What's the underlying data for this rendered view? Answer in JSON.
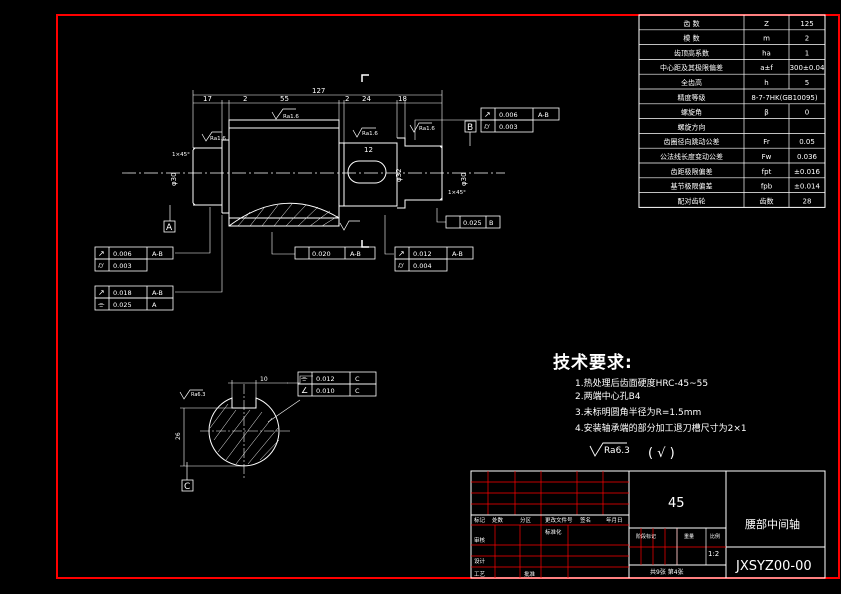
{
  "frame": {
    "border_color": "#ff0000",
    "line_color": "#ffffff",
    "dim_color": "#ffffff",
    "accent_green": "#00ff00",
    "accent_red": "#ff0000"
  },
  "param_table": [
    {
      "name": "齿 数",
      "sym": "Z",
      "val": "125"
    },
    {
      "name": "模 数",
      "sym": "m",
      "val": "2"
    },
    {
      "name": "齿顶高系数",
      "sym": "ha",
      "val": "1"
    },
    {
      "name": "中心距及其极限偏差",
      "sym": "a±f",
      "val": "300±0.04"
    },
    {
      "name": "全齿高",
      "sym": "h",
      "val": "5"
    },
    {
      "name": "精度等级",
      "sym": "8-7-7HK(GB10095)",
      "val": ""
    },
    {
      "name": "螺旋角",
      "sym": "β",
      "val": "0"
    },
    {
      "name": "螺旋方向",
      "sym": "",
      "val": ""
    },
    {
      "name": "齿圈径向跳动公差",
      "sym": "Fr",
      "val": "0.05"
    },
    {
      "name": "公法线长度变动公差",
      "sym": "Fw",
      "val": "0.036"
    },
    {
      "name": "齿距极限偏差",
      "sym": "fpt",
      "val": "±0.016"
    },
    {
      "name": "基节极限偏差",
      "sym": "fpb",
      "val": "±0.014"
    },
    {
      "name": "配对齿轮",
      "sym": "齿数",
      "val": "28"
    }
  ],
  "dims": {
    "total": "127",
    "d1": "17",
    "d2": "2",
    "d3": "55",
    "d4": "2",
    "d5": "24",
    "d6": "18",
    "key_len": "12",
    "dia_left": "φ30",
    "dia_mid": "φ32",
    "dia_right": "φ30",
    "chamfer_left": "1×45°",
    "chamfer_right": "1×45°",
    "rough": "Ra1.6",
    "section_w": "10",
    "section_d": "26",
    "section_rough": "Ra6.3"
  },
  "datums": {
    "a": "A",
    "b": "B",
    "c": "C"
  },
  "tol_frames": {
    "tr1": [
      {
        "sym": "↗",
        "val": "0.006",
        "ref": "A-B"
      },
      {
        "sym": "⌭",
        "val": "0.003",
        "ref": ""
      }
    ],
    "tr2": {
      "val": "0.025",
      "ref": "B"
    },
    "bl1": [
      {
        "sym": "↗",
        "val": "0.006",
        "ref": "A-B"
      },
      {
        "sym": "⌭",
        "val": "0.003",
        "ref": ""
      }
    ],
    "bl2": [
      {
        "sym": "↗",
        "val": "0.018",
        "ref": "A-B"
      },
      {
        "sym": "⌯",
        "val": "0.025",
        "ref": "A"
      }
    ],
    "bm1": {
      "val": "0.020",
      "ref": "A-B"
    },
    "bm2": [
      {
        "sym": "↗",
        "val": "0.012",
        "ref": "A-B"
      },
      {
        "sym": "⌭",
        "val": "0.004",
        "ref": ""
      }
    ],
    "sec": [
      {
        "sym": "⌯",
        "val": "0.012",
        "ref": "C"
      },
      {
        "sym": "∠",
        "val": "0.010",
        "ref": "C"
      }
    ]
  },
  "tech_req": {
    "title": "技术要求:",
    "items": [
      "1.热处理后齿面硬度HRC-45~55",
      "2.两端中心孔B4",
      "3.未标明圆角半径为R=1.5mm",
      "4.安装轴承端的部分加工退刀槽尺寸为2×1"
    ],
    "rough_note": "Ra6.3",
    "paren": "(  √  )"
  },
  "title_block": {
    "material": "45",
    "part_name": "腰部中间轴",
    "drawing_no": "JXSYZ00-00",
    "scale_label": "比例",
    "scale": "1:2",
    "weight_label": "重量",
    "stage_label": "阶段标记",
    "sheets": "共9张 第4张",
    "rows_left": [
      "标记",
      "处数",
      "分区",
      "更改文件号",
      "签名",
      "年月日"
    ],
    "design": "设计",
    "standard": "标准化",
    "check": "审核",
    "craft": "工艺",
    "approve": "批准"
  }
}
